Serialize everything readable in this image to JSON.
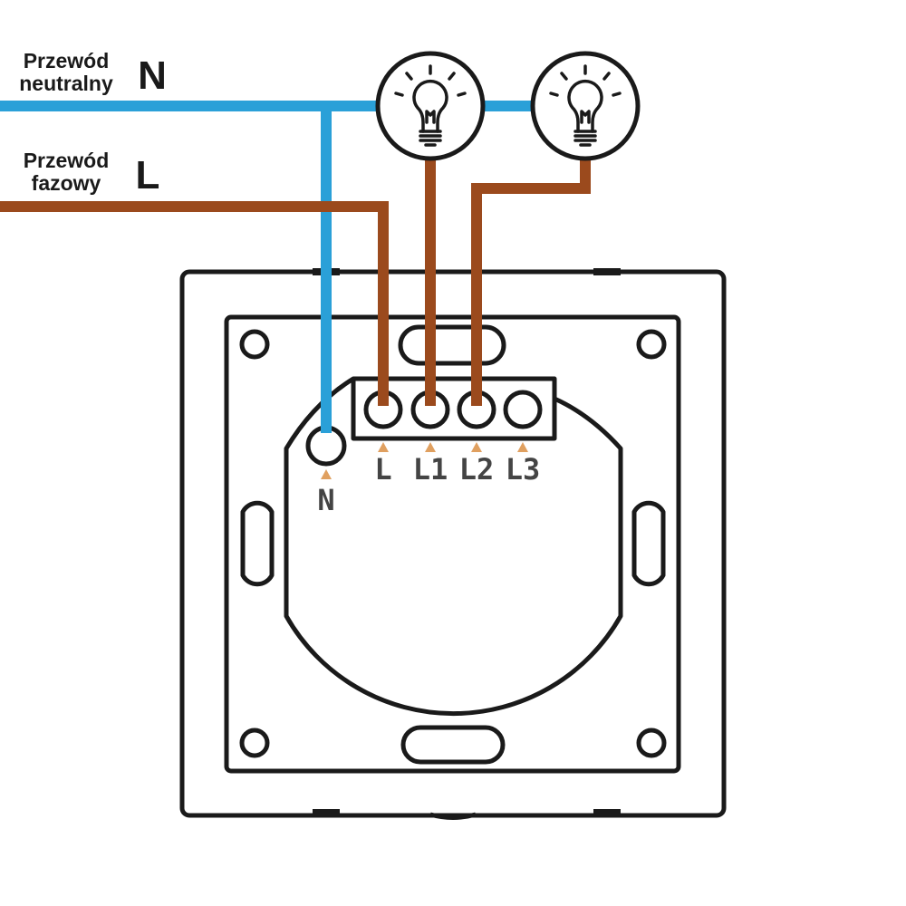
{
  "wires": {
    "neutral": {
      "line1": "Przewód",
      "line2": "neutralny",
      "letter": "N"
    },
    "phase": {
      "line1": "Przewód",
      "line2": "fazowy",
      "letter": "L"
    }
  },
  "terminals": {
    "n": "N",
    "l": "L",
    "l1": "L1",
    "l2": "L2",
    "l3": "L3"
  },
  "colors": {
    "neutral_wire": "#2aa0d8",
    "phase_wire": "#9b4a1d",
    "outline": "#1a1a1a",
    "marker": "#e0a060",
    "terminal_text": "#444444"
  },
  "icons": [
    "light-bulb-icon",
    "light-bulb-icon"
  ]
}
